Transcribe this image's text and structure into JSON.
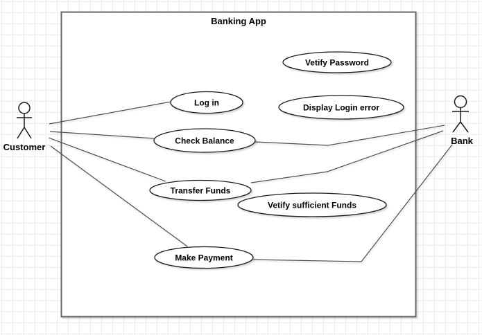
{
  "diagram": {
    "type": "uml-use-case-diagram",
    "system": {
      "title": "Banking App"
    },
    "actors": {
      "customer": {
        "label": "Customer"
      },
      "bank": {
        "label": "Bank"
      }
    },
    "use_cases": {
      "verify_password": {
        "label": "Vetify Password"
      },
      "log_in": {
        "label": "Log in"
      },
      "display_login_error": {
        "label": "Display Login error"
      },
      "check_balance": {
        "label": "Check Balance"
      },
      "transfer_funds": {
        "label": "Transfer Funds"
      },
      "verify_sufficient_funds": {
        "label": "Vetify sufficient Funds"
      },
      "make_payment": {
        "label": "Make Payment"
      }
    },
    "associations": [
      {
        "from": "customer",
        "to": "log_in"
      },
      {
        "from": "customer",
        "to": "check_balance"
      },
      {
        "from": "customer",
        "to": "transfer_funds"
      },
      {
        "from": "customer",
        "to": "make_payment"
      },
      {
        "from": "check_balance",
        "to": "bank"
      },
      {
        "from": "transfer_funds",
        "to": "bank"
      },
      {
        "from": "make_payment",
        "to": "bank"
      }
    ],
    "colors": {
      "canvas_bg": "#ffffff",
      "grid_line": "#ececec",
      "shape_fill": "#ffffff",
      "shape_stroke": "#1a1a1a",
      "boundary_stroke": "#666666",
      "edge_stroke": "#4d4d4d",
      "label_color": "#000000"
    }
  }
}
